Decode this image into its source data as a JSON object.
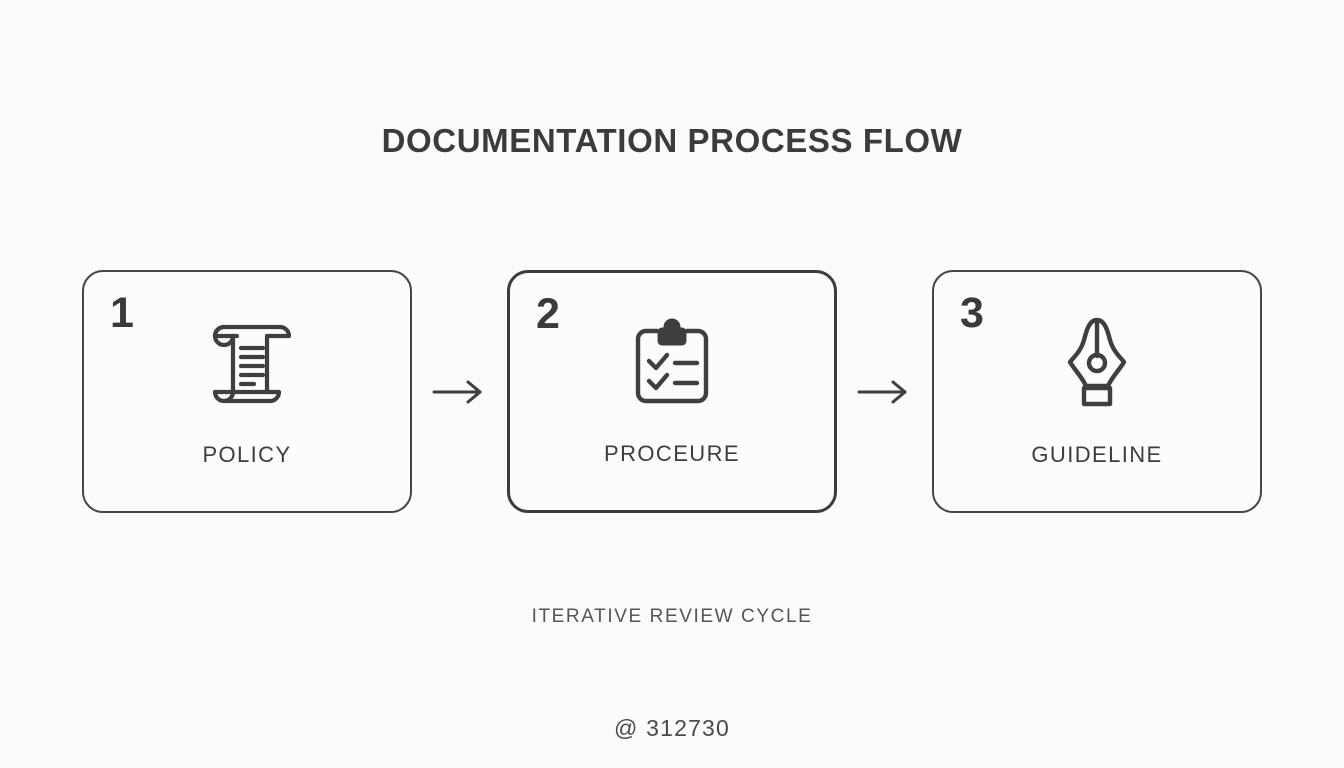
{
  "title": "DOCUMENTATION PROCESS FLOW",
  "caption": "ITERATIVE REVIEW CYCLE",
  "footer": "@ 312730",
  "colors": {
    "background": "#fafbfa",
    "card_border": "#454545",
    "title_text": "#3b3b3b",
    "label_text": "#3d3d3d",
    "caption_text": "#555555",
    "icon_stroke": "#3f3f3f"
  },
  "steps": [
    {
      "number": "1",
      "label": "POLICY",
      "icon": "scroll-icon"
    },
    {
      "number": "2",
      "label": "PROCEURE",
      "icon": "clipboard-checklist-icon"
    },
    {
      "number": "3",
      "label": "GUIDELINE",
      "icon": "pen-nib-icon"
    }
  ],
  "connectors": [
    {
      "icon": "arrow-right-icon"
    },
    {
      "icon": "arrow-right-icon"
    }
  ]
}
